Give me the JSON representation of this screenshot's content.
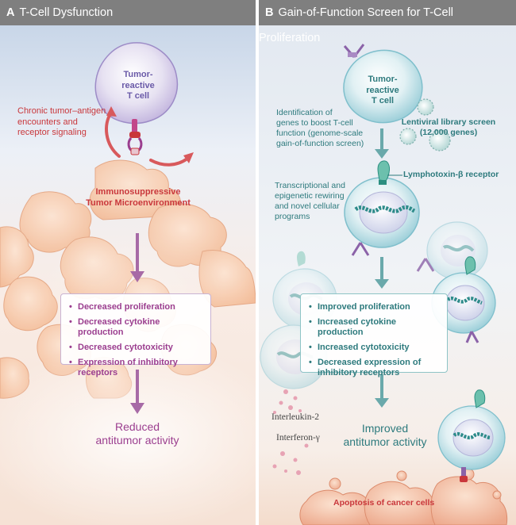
{
  "panel_a": {
    "letter": "A",
    "title": "T-Cell Dysfunction",
    "cell_label_line1": "Tumor-reactive",
    "cell_label_line2": "T cell",
    "chronic_line1": "Chronic tumor–antigen",
    "chronic_line2": "encounters and",
    "chronic_line3": "receptor signaling",
    "tme_line1": "Immunosuppressive",
    "tme_line2": "Tumor Microenvironment",
    "outcomes": [
      "Decreased proliferation",
      "Decreased cytokine production",
      "Decreased cytotoxicity",
      "Expression of inhibitory receptors"
    ],
    "result_line1": "Reduced",
    "result_line2": "antitumor activity",
    "accent_red": "#c9373b",
    "accent_purple": "#9b3e8f"
  },
  "panel_b": {
    "letter": "B",
    "title": "Gain-of-Function Screen for T-Cell Proliferation",
    "cell_label_line1": "Tumor-reactive",
    "cell_label_line2": "T cell",
    "identification_line1": "Identification of",
    "identification_line2": "genes to boost T-cell",
    "identification_line3": "function (genome-scale",
    "identification_line4": "gain-of-function screen)",
    "lentiviral_line1": "Lentiviral library screen",
    "lentiviral_line2": "(12,000 genes)",
    "receptor_label": "Lymphotoxin-β receptor",
    "rewiring_line1": "Transcriptional and",
    "rewiring_line2": "epigenetic rewiring",
    "rewiring_line3": "and novel cellular",
    "rewiring_line4": "programs",
    "outcomes": [
      "Improved proliferation",
      "Increased cytokine production",
      "Increased cytotoxicity",
      "Decreased expression of"
    ],
    "outcome_continuation": "inhibitory receptors",
    "cytokine_1": "Interleukin-2",
    "cytokine_2": "Interferon-γ",
    "result_line1": "Improved",
    "result_line2": "antitumor activity",
    "apoptosis": "Apoptosis of cancer cells",
    "accent_teal": "#2d7a7d",
    "accent_red": "#c9373b"
  }
}
